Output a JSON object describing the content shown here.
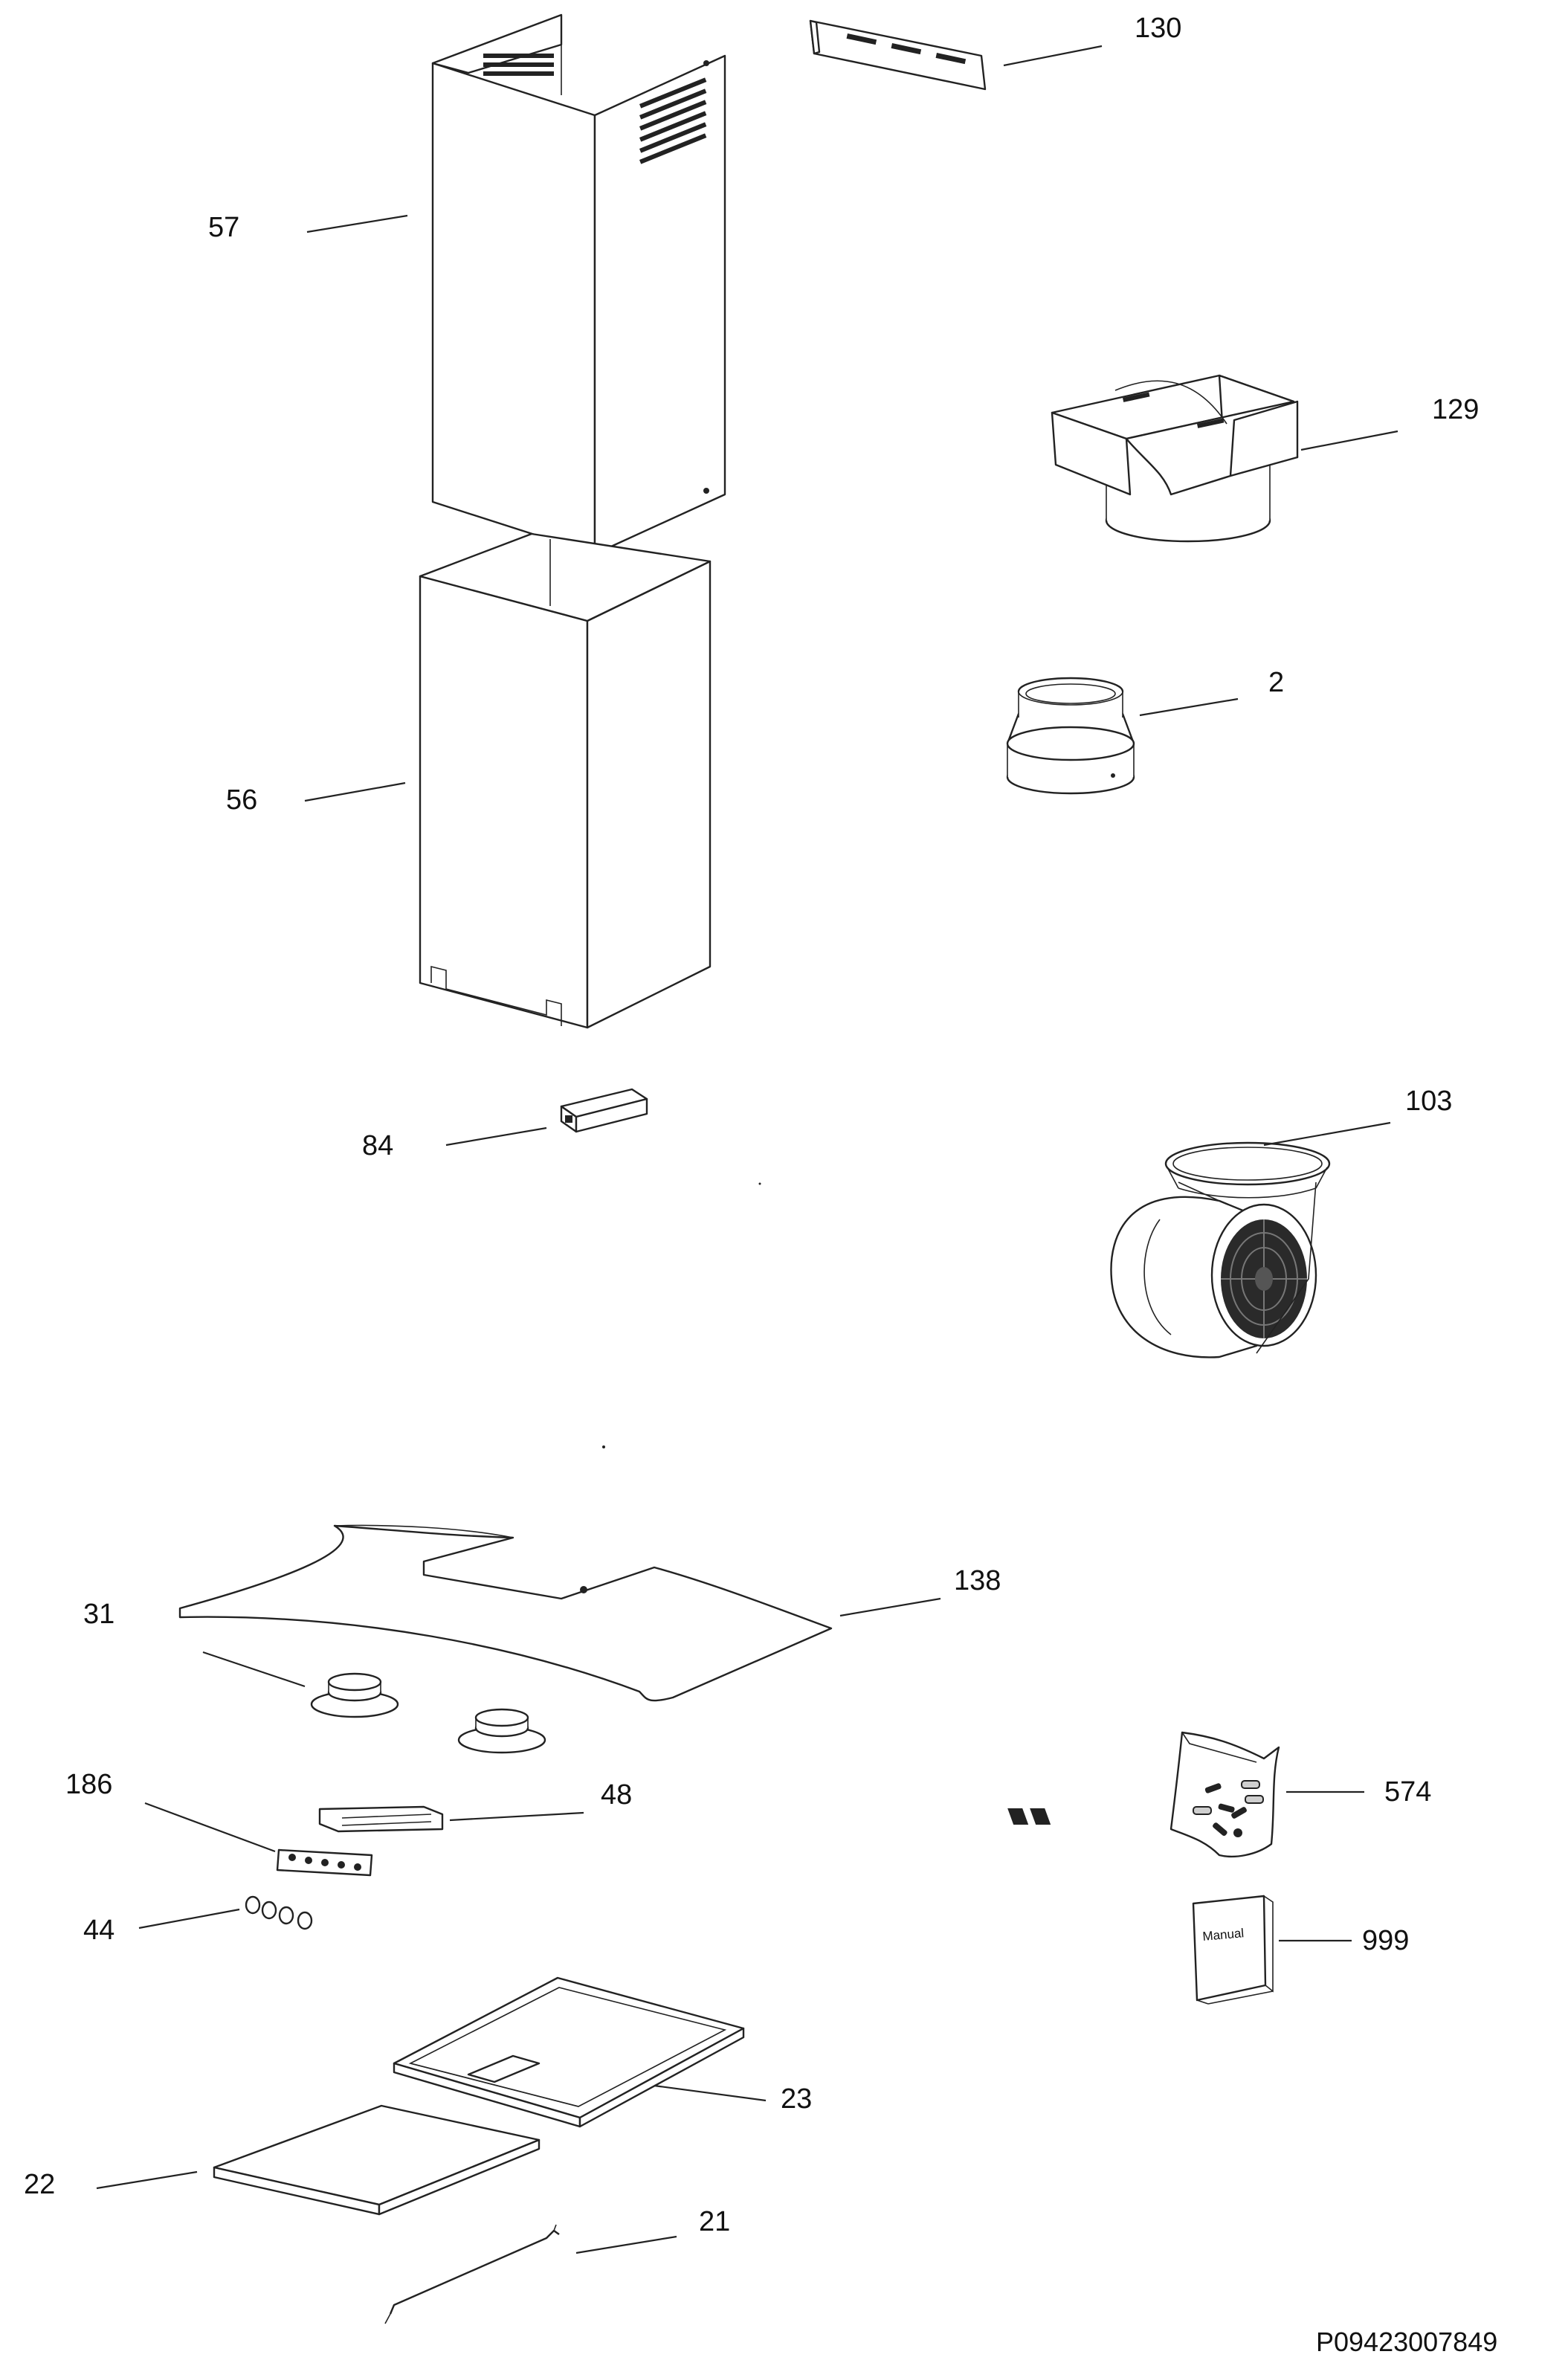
{
  "diagram": {
    "drawing_code": "P09423007849",
    "manual_text": "Manual",
    "parts": [
      {
        "id": "p57",
        "label": "57"
      },
      {
        "id": "p130",
        "label": "130"
      },
      {
        "id": "p129",
        "label": "129"
      },
      {
        "id": "p56",
        "label": "56"
      },
      {
        "id": "p2",
        "label": "2"
      },
      {
        "id": "p84",
        "label": "84"
      },
      {
        "id": "p103",
        "label": "103"
      },
      {
        "id": "p138",
        "label": "138"
      },
      {
        "id": "p31",
        "label": "31"
      },
      {
        "id": "p186",
        "label": "186"
      },
      {
        "id": "p48",
        "label": "48"
      },
      {
        "id": "p574",
        "label": "574"
      },
      {
        "id": "p44",
        "label": "44"
      },
      {
        "id": "p999",
        "label": "999"
      },
      {
        "id": "p23",
        "label": "23"
      },
      {
        "id": "p22",
        "label": "22"
      },
      {
        "id": "p21",
        "label": "21"
      }
    ]
  }
}
